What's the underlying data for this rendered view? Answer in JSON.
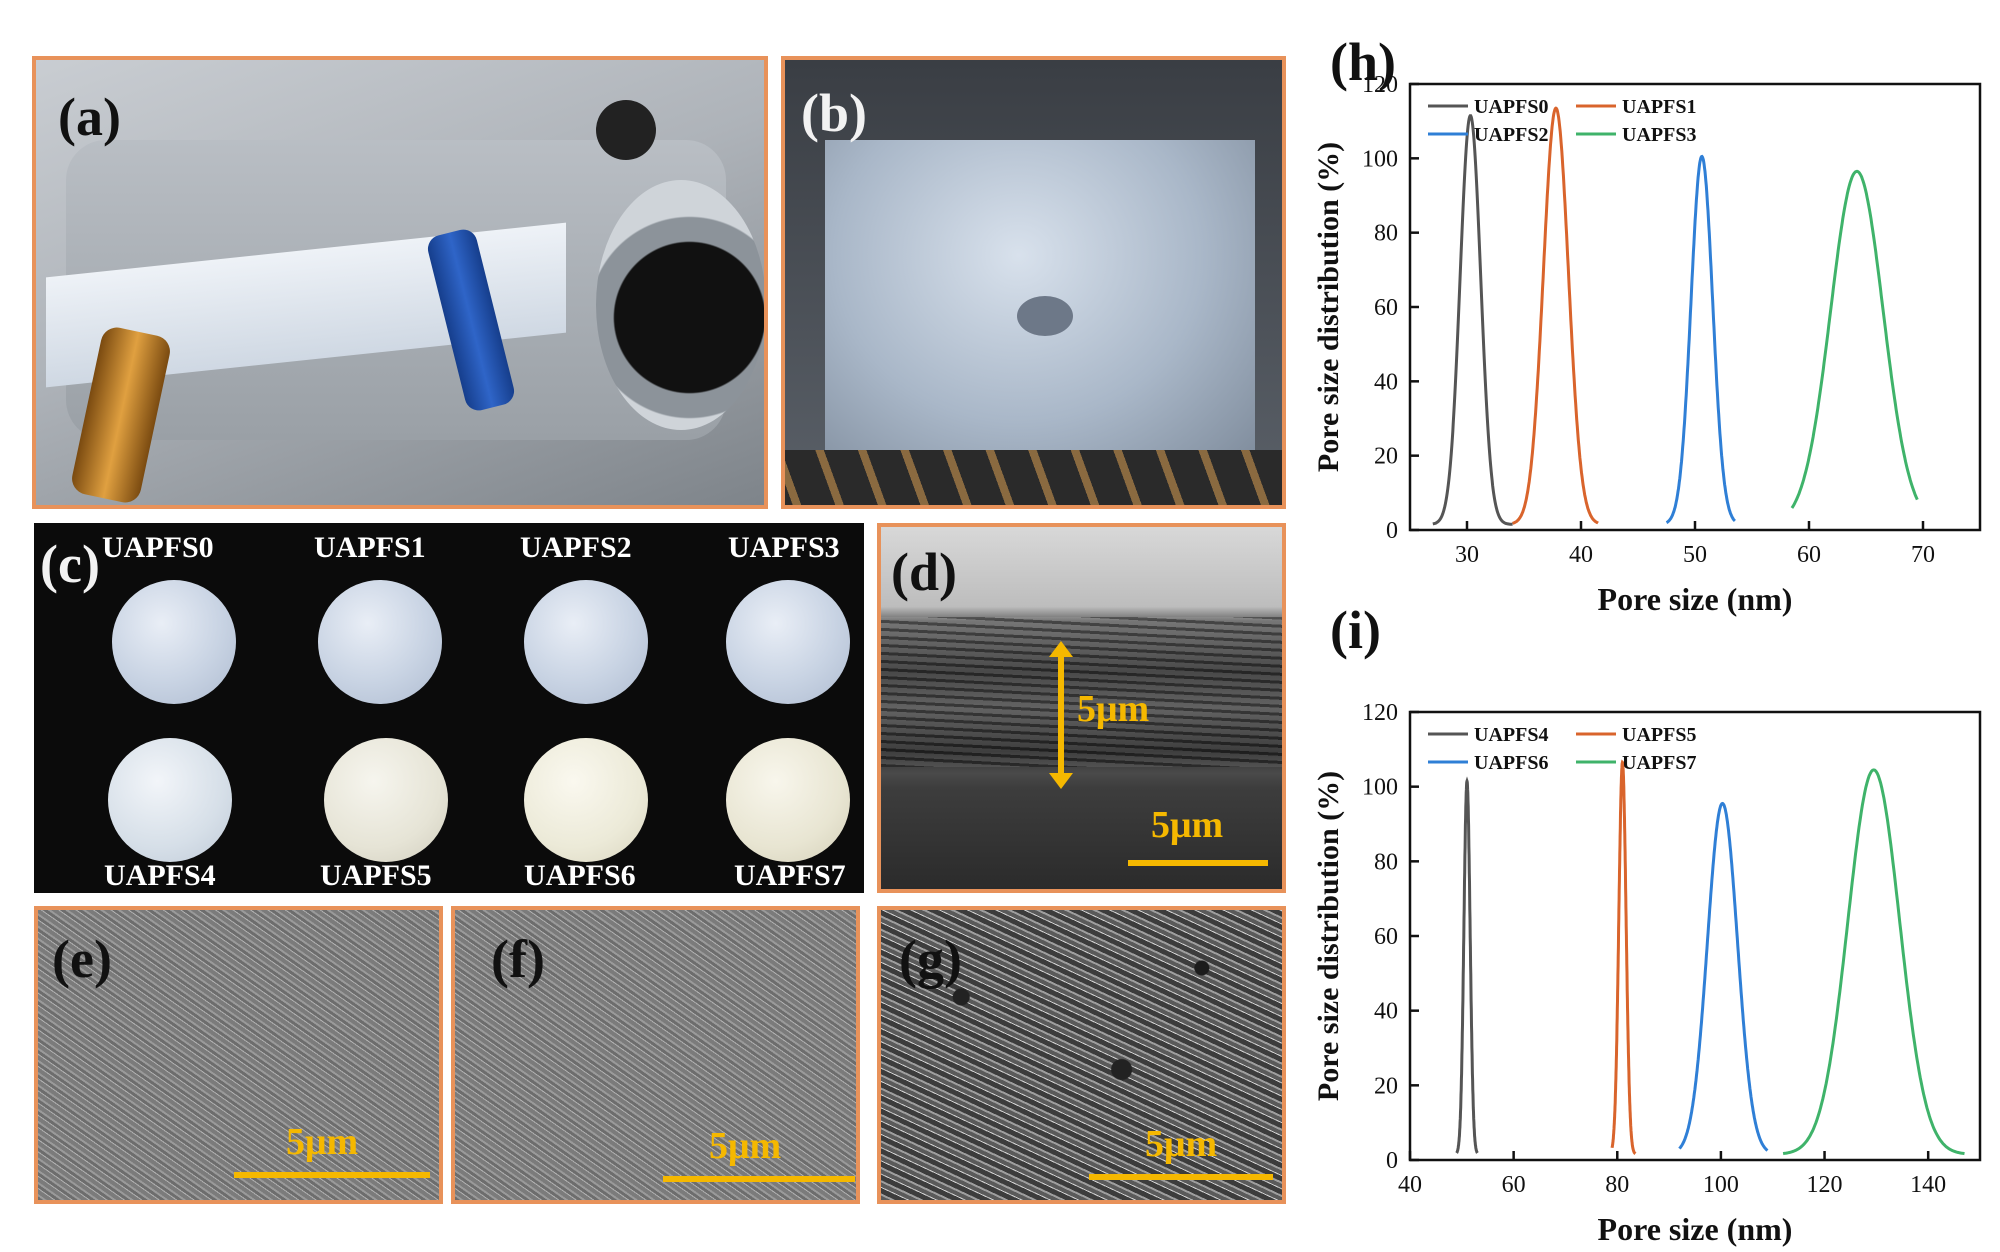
{
  "panels": {
    "a": {
      "label": "(a)"
    },
    "b": {
      "label": "(b)"
    },
    "c": {
      "label": "(c)",
      "samples": [
        "UAPFS0",
        "UAPFS1",
        "UAPFS2",
        "UAPFS3",
        "UAPFS4",
        "UAPFS5",
        "UAPFS6",
        "UAPFS7"
      ]
    },
    "d": {
      "label": "(d)",
      "thickness_label": "5μm",
      "scale_label": "5μm"
    },
    "e": {
      "label": "(e)",
      "scale_label": "5μm"
    },
    "f": {
      "label": "(f)",
      "scale_label": "5μm"
    },
    "g": {
      "label": "(g)",
      "scale_label": "5μm"
    }
  },
  "colors": {
    "border": "#e8925a",
    "scale": "#f5b800",
    "s0": "#555555",
    "s1": "#d9642c",
    "s2": "#2f7fd6",
    "s3": "#3fb36a"
  },
  "chart_data": [
    {
      "label": "(h)",
      "type": "line",
      "xlabel": "Pore size (nm)",
      "ylabel": "Pore size distribution (%)",
      "xlim": [
        25,
        75
      ],
      "ylim": [
        0,
        120
      ],
      "xticks": [
        30,
        40,
        50,
        60,
        70
      ],
      "yticks": [
        0,
        20,
        40,
        60,
        80,
        100,
        120
      ],
      "legend_position": "top-left",
      "series": [
        {
          "name": "UAPFS0",
          "color": "#555555",
          "center": 30.3,
          "peak": 110,
          "sigma": 0.9,
          "x_range": [
            27,
            34
          ]
        },
        {
          "name": "UAPFS1",
          "color": "#d9642c",
          "center": 37.8,
          "peak": 112,
          "sigma": 1.1,
          "x_range": [
            34,
            41.5
          ]
        },
        {
          "name": "UAPFS2",
          "color": "#2f7fd6",
          "center": 50.6,
          "peak": 99,
          "sigma": 0.95,
          "x_range": [
            47.5,
            53.5
          ]
        },
        {
          "name": "UAPFS3",
          "color": "#3fb36a",
          "center": 64.2,
          "peak": 95,
          "sigma": 2.3,
          "x_range": [
            58.5,
            69.5
          ]
        }
      ]
    },
    {
      "label": "(i)",
      "type": "line",
      "xlabel": "Pore size (nm)",
      "ylabel": "Pore size distribution (%)",
      "xlim": [
        40,
        150
      ],
      "ylim": [
        0,
        120
      ],
      "xticks": [
        40,
        60,
        80,
        100,
        120,
        140
      ],
      "yticks": [
        0,
        20,
        40,
        60,
        80,
        100,
        120
      ],
      "legend_position": "top-left",
      "series": [
        {
          "name": "UAPFS4",
          "color": "#555555",
          "center": 51,
          "peak": 100,
          "sigma": 0.6,
          "x_range": [
            49,
            53
          ]
        },
        {
          "name": "UAPFS5",
          "color": "#d9642c",
          "center": 81,
          "peak": 105,
          "sigma": 0.7,
          "x_range": [
            79,
            83.5
          ]
        },
        {
          "name": "UAPFS6",
          "color": "#2f7fd6",
          "center": 100.3,
          "peak": 94,
          "sigma": 2.9,
          "x_range": [
            92,
            109
          ]
        },
        {
          "name": "UAPFS7",
          "color": "#3fb36a",
          "center": 129.5,
          "peak": 103,
          "sigma": 5.0,
          "x_range": [
            112,
            147
          ]
        }
      ]
    }
  ]
}
